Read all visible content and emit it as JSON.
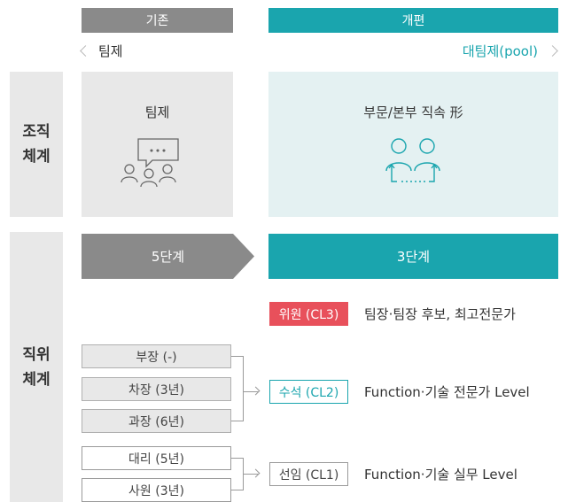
{
  "header": {
    "left": "기존",
    "right": "개편",
    "left_color": "#8a8a8a",
    "right_color": "#1aa5ae"
  },
  "subheader": {
    "left": "팀제",
    "right": "대팀제(pool)"
  },
  "org": {
    "row_label_line1": "조직",
    "row_label_line2": "체계",
    "left_title": "팀제",
    "right_title": "부문/본부 직속 形",
    "left_icon": "team-meeting-icon",
    "right_icon": "people-pool-icon"
  },
  "rank": {
    "row_label_line1": "직위",
    "row_label_line2": "체계",
    "left_banner": "5단계",
    "right_banner": "3단계",
    "old_levels": [
      "부장 (-)",
      "차장 (3년)",
      "과장 (6년)",
      "대리 (5년)",
      "사원 (3년)"
    ],
    "new_levels": [
      {
        "badge": "위원 (CL3)",
        "desc": "팀장·팀장 후보, 최고전문가"
      },
      {
        "badge": "수석 (CL2)",
        "desc": "Function·기술 전문가 Level"
      },
      {
        "badge": "선임 (CL1)",
        "desc": "Function·기술 실무 Level"
      }
    ]
  },
  "colors": {
    "teal": "#1aa5ae",
    "gray": "#8a8a8a",
    "light_gray": "#e8e8e8",
    "light_teal": "#e4f1f2",
    "red": "#e8505b"
  }
}
